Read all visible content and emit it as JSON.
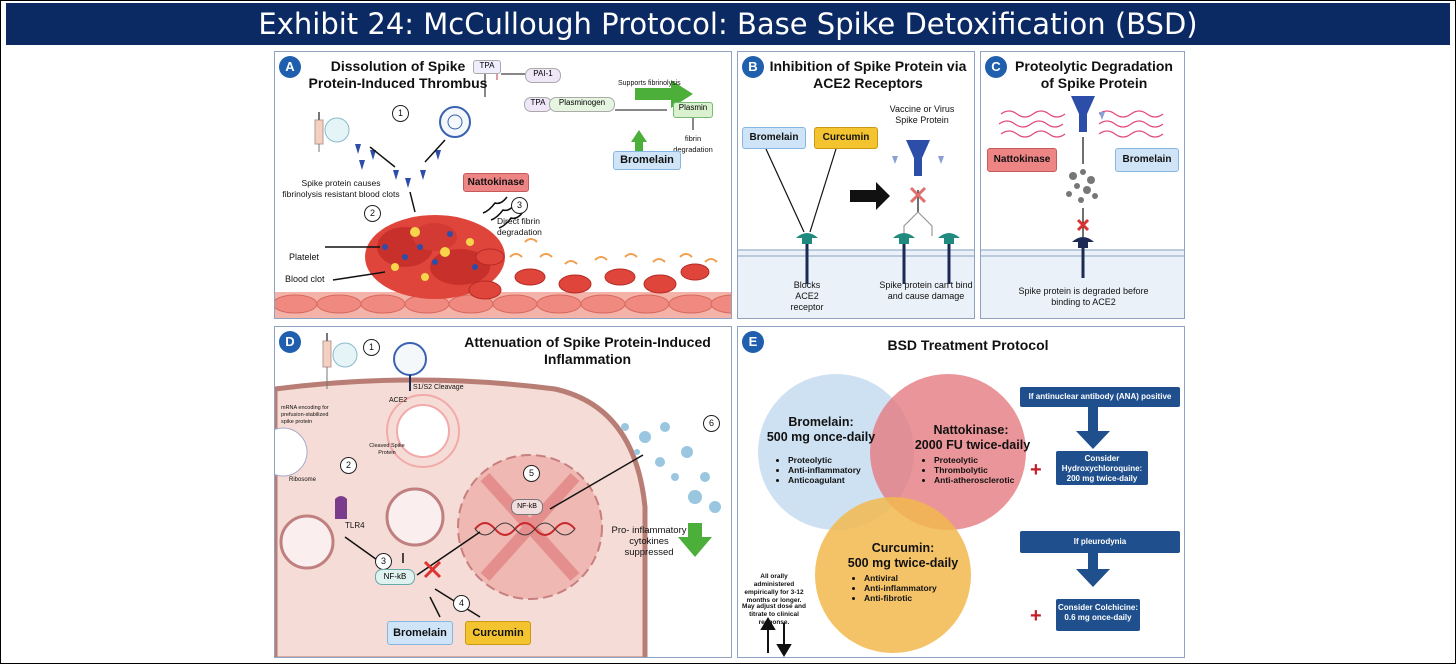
{
  "header": {
    "title": "Exhibit 24: McCullough Protocol: Base Spike Detoxification (BSD)"
  },
  "panelA": {
    "badge": "A",
    "title": "Dissolution of Spike Protein-Induced Thrombus",
    "tpa_top": "TPA",
    "pai1": "PAI-1",
    "tpa": "TPA",
    "plasminogen": "Plasminogen",
    "supports": "Supports fibrinolysis",
    "plasmin": "Plasmin",
    "fibrin_deg": "fibrin degradation",
    "bromelain": "Bromelain",
    "step1": "1",
    "step2": "2",
    "step3": "3",
    "spike_clots": "Spike protein causes fibrinolysis resistant blood clots",
    "nattokinase": "Nattokinase",
    "direct_fibrin": "Direct fibrin degradation",
    "platelet": "Platelet",
    "blood_clot": "Blood clot"
  },
  "panelB": {
    "badge": "B",
    "title": "Inhibition of Spike Protein via ACE2 Receptors",
    "bromelain": "Bromelain",
    "curcumin": "Curcumin",
    "vaccine": "Vaccine or Virus Spike Protein",
    "blocks": "Blocks ACE2 receptor",
    "cant_bind": "Spike protein can't bind and cause damage"
  },
  "panelC": {
    "badge": "C",
    "title": "Proteolytic Degradation of Spike Protein",
    "nattokinase": "Nattokinase",
    "bromelain": "Bromelain",
    "degraded": "Spike protein is degraded before binding to ACE2"
  },
  "panelD": {
    "badge": "D",
    "title": "Attenuation of Spike Protein-Induced Inflammation",
    "step1": "1",
    "s1s2": "S1/S2 Cleavage",
    "ace2": "ACE2",
    "mrna": "mRNA encoding for prefusion-stabilized spike protein",
    "cleaved": "Cleaved Spike Protein",
    "step2": "2",
    "ribosome": "Ribosome",
    "tlr4": "TLR4",
    "step3": "3",
    "nfkb_small": "NF-kB",
    "step4": "4",
    "step5": "5",
    "nfkb_nucleus": "NF-kB",
    "step6": "6",
    "cytokines": "Pro- inflammatory cytokines suppressed",
    "bromelain": "Bromelain",
    "curcumin": "Curcumin"
  },
  "panelE": {
    "badge": "E",
    "title": "BSD Treatment Protocol",
    "bromelain": {
      "name": "Bromelain:",
      "dose": "500 mg once-daily",
      "props": [
        "Proteolytic",
        "Anti-inflammatory",
        "Anticoagulant"
      ]
    },
    "nattokinase": {
      "name": "Nattokinase:",
      "dose": "2000 FU twice-daily",
      "props": [
        "Proteolytic",
        "Thrombolytic",
        "Anti-atherosclerotic"
      ]
    },
    "curcumin": {
      "name": "Curcumin:",
      "dose": "500 mg twice-daily",
      "props": [
        "Antiviral",
        "Anti-inflammatory",
        "Anti-fibrotic"
      ]
    },
    "note1": "All orally administered empirically for 3-12 months or longer.",
    "note2": "May adjust dose and titrate to clinical response.",
    "ana": "If antinuclear antibody (ANA) positive",
    "hcq_title": "Consider Hydroxychloroquine:",
    "hcq_dose": "200 mg twice-daily",
    "pleuro": "If pleurodynia",
    "colch_title": "Consider Colchicine:",
    "colch_dose": "0.6 mg once-daily",
    "plus": "+"
  },
  "colors": {
    "navy": "#0b2a63",
    "badge": "#1f5fae",
    "bromelain": "#cfe4f7",
    "curcumin": "#f4c430",
    "nattokinase": "#ee8585",
    "arrow_green": "#4caf3a"
  }
}
